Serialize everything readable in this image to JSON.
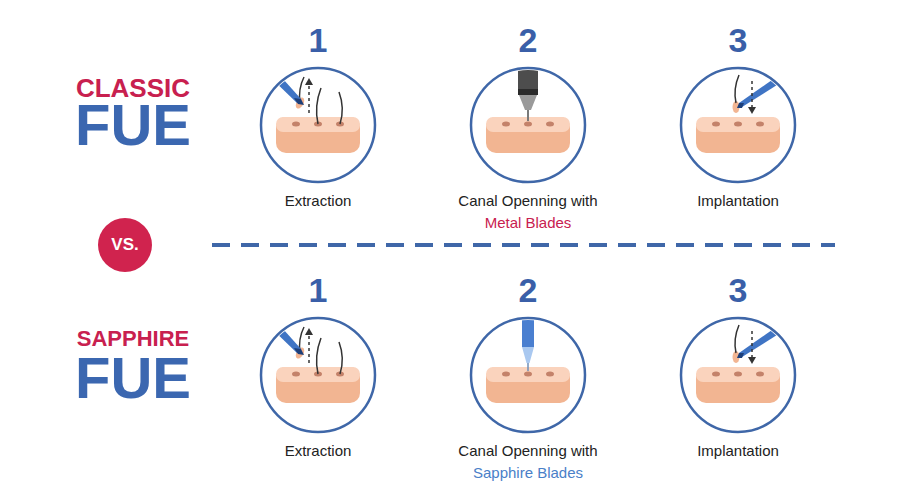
{
  "diagram": {
    "nodes": [
      {
        "text": [
          "1",
          "Extraction"
        ]
      },
      {
        "text": [
          "2",
          "Canal Openning with",
          "Metal Blades"
        ]
      },
      {
        "text": [
          "3",
          "Implantation"
        ]
      },
      {
        "text": [
          "VS."
        ]
      },
      {
        "text": [
          "1",
          "Extraction"
        ]
      },
      {
        "text": [
          "2",
          "Canal Openning with",
          "Sapphire Blades"
        ]
      },
      {
        "text": [
          "3",
          "Implantation"
        ]
      }
    ],
    "labels": [
      "CLASSIC",
      "FUE",
      "SAPPHIRE",
      "FUE"
    ]
  }
}
